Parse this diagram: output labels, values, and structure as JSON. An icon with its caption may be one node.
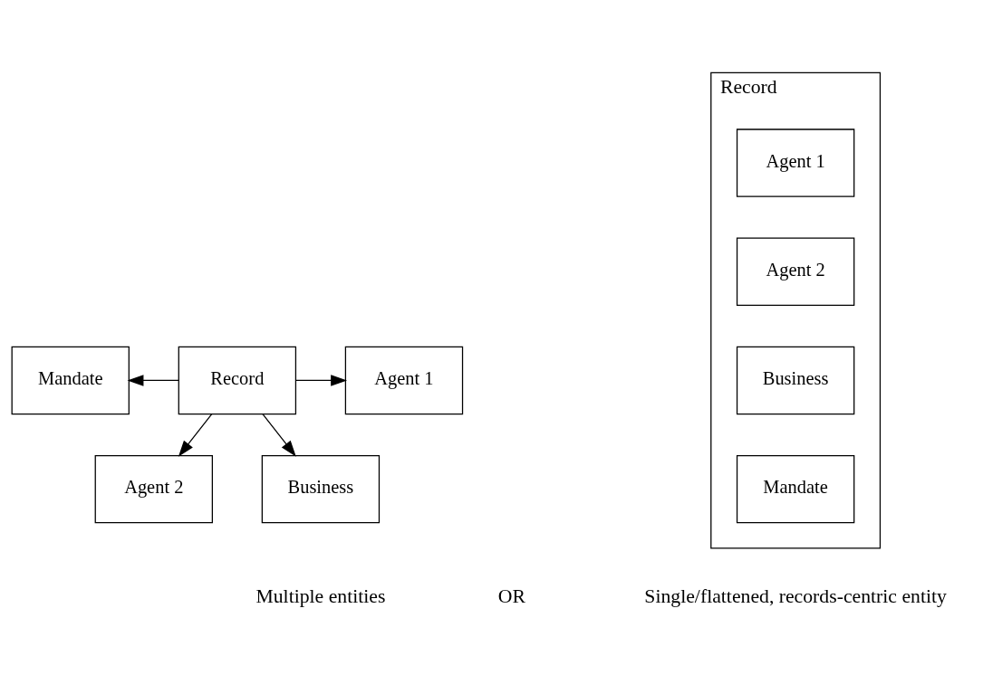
{
  "diagram": {
    "nodes": [
      {
        "text": [
          "Mandate"
        ]
      },
      {
        "text": [
          "Record"
        ]
      },
      {
        "text": [
          "Agent 1"
        ]
      },
      {
        "text": [
          "Agent 2"
        ]
      },
      {
        "text": [
          "Business"
        ]
      },
      {
        "text": [
          "Record"
        ]
      },
      {
        "text": [
          "Agent 1"
        ],
        "in": 5
      },
      {
        "text": [
          "Agent 2"
        ],
        "in": 5
      },
      {
        "text": [
          "Business"
        ],
        "in": 5
      },
      {
        "text": [
          "Mandate"
        ],
        "in": 5
      }
    ],
    "edges": [
      {
        "from": 1,
        "to": 0,
        "arrow": "to"
      },
      {
        "from": 1,
        "to": 2,
        "arrow": "to"
      },
      {
        "from": 1,
        "to": 3,
        "arrow": "to"
      },
      {
        "from": 1,
        "to": 4,
        "arrow": "to"
      }
    ],
    "labels": [
      "Multiple entities",
      "OR",
      "Single/flattened, records-centric entity"
    ]
  }
}
